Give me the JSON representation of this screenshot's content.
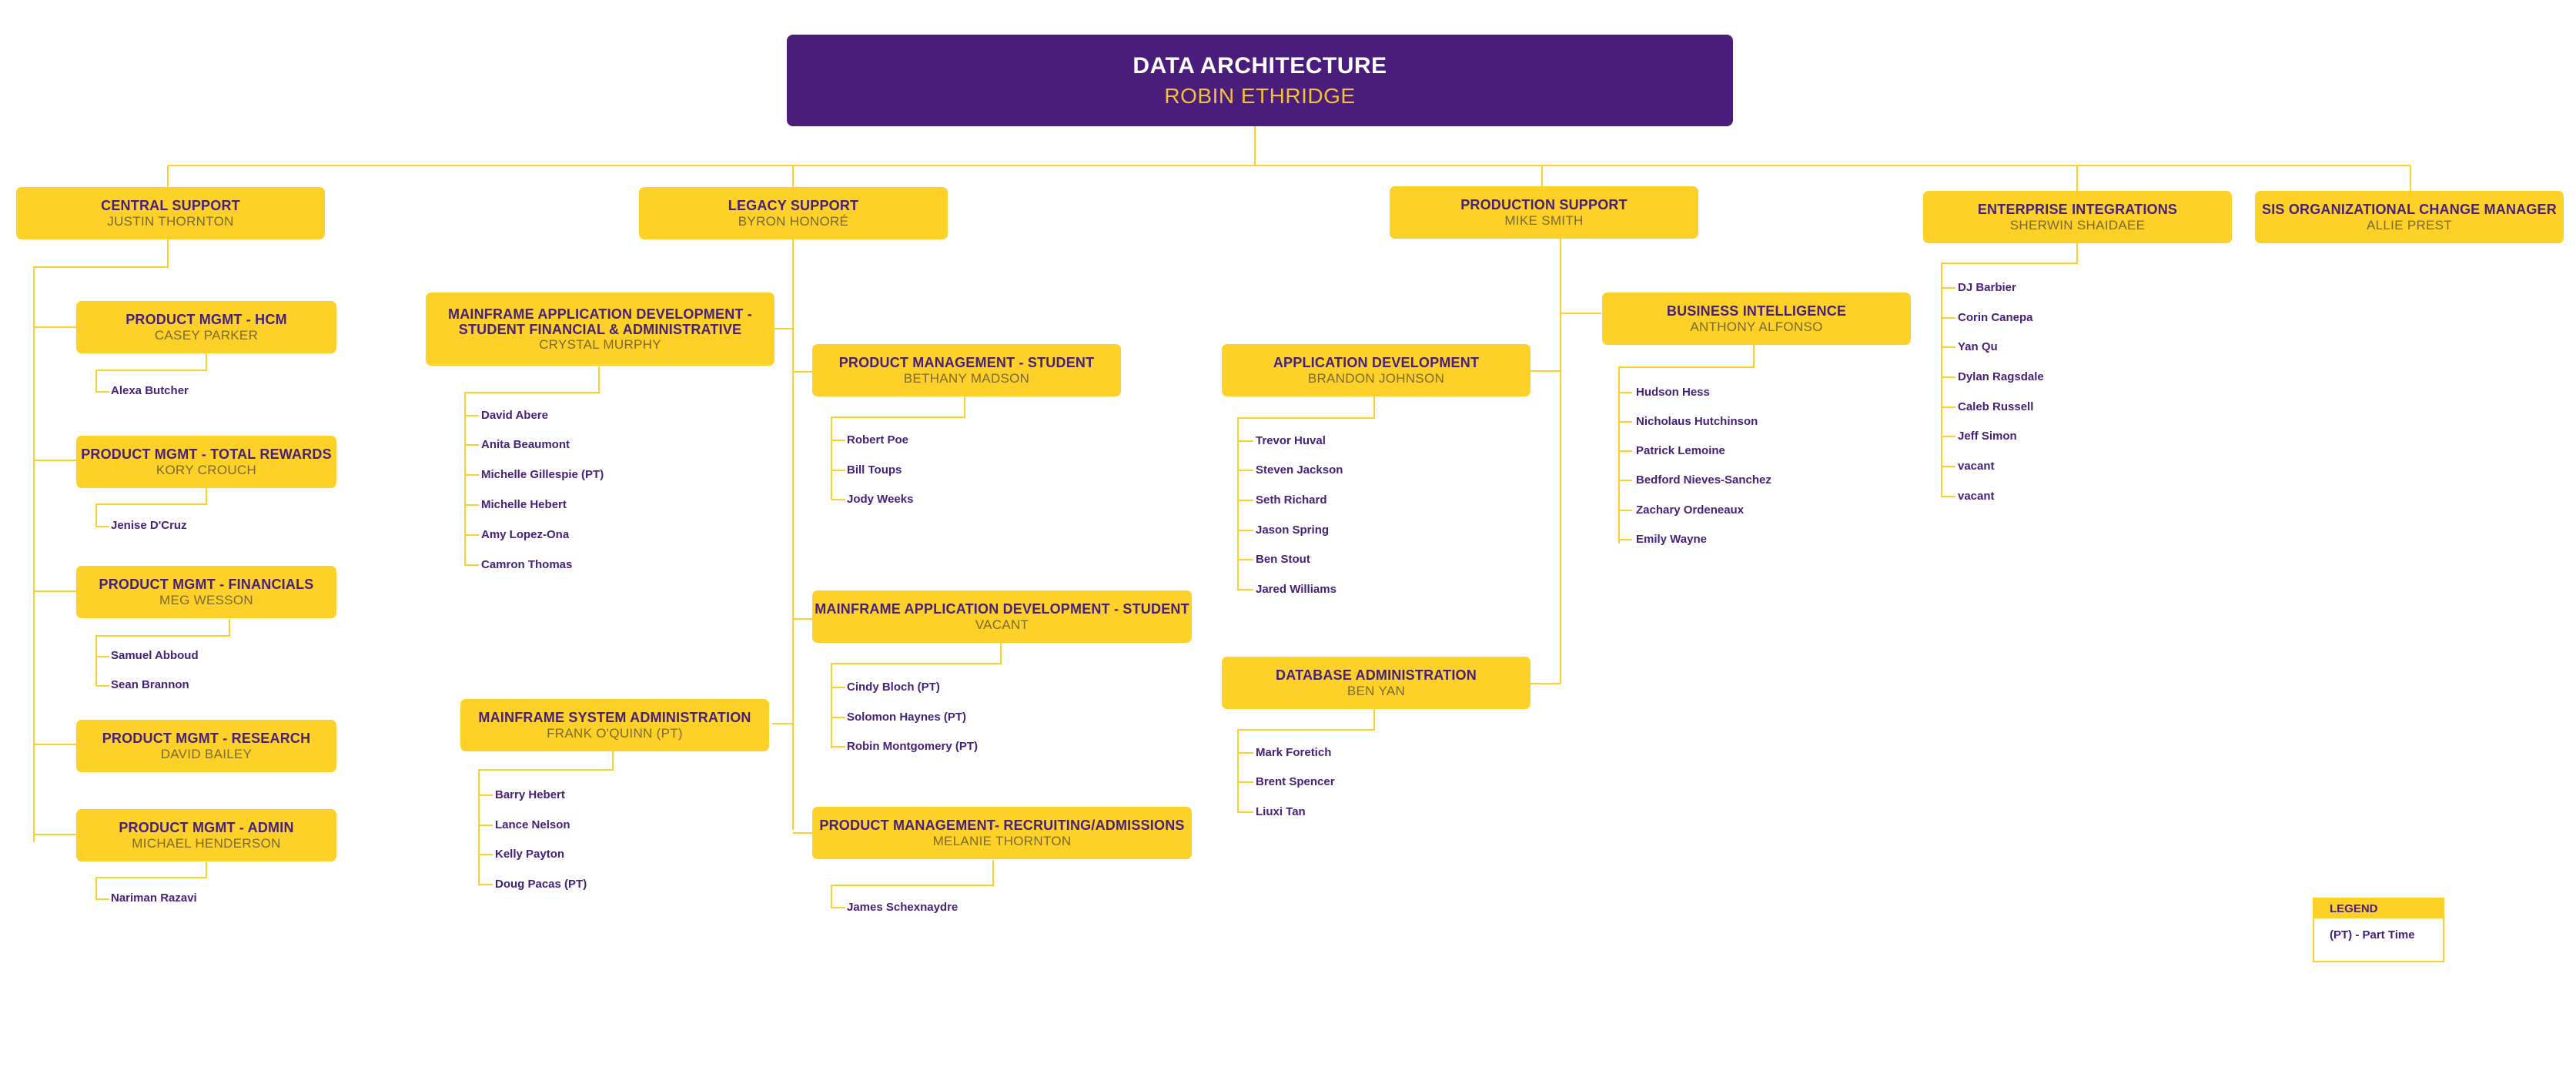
{
  "root": {
    "title": "DATA ARCHITECTURE",
    "name": "ROBIN ETHRIDGE"
  },
  "central": {
    "title": "CENTRAL SUPPORT",
    "name": "JUSTIN THORNTON",
    "groups": [
      {
        "title": "PRODUCT MGMT - HCM",
        "name": "CASEY PARKER",
        "members": [
          "Alexa Butcher"
        ]
      },
      {
        "title": "PRODUCT MGMT - TOTAL REWARDS",
        "name": "KORY CROUCH",
        "members": [
          "Jenise D'Cruz"
        ]
      },
      {
        "title": "PRODUCT MGMT - FINANCIALS",
        "name": "MEG WESSON",
        "members": [
          "Samuel Abboud",
          "Sean Brannon"
        ]
      },
      {
        "title": "PRODUCT MGMT - RESEARCH",
        "name": "DAVID BAILEY",
        "members": []
      },
      {
        "title": "PRODUCT MGMT - ADMIN",
        "name": "MICHAEL HENDERSON",
        "members": [
          "Nariman Razavi"
        ]
      }
    ]
  },
  "legacy": {
    "title": "LEGACY SUPPORT",
    "name": "BYRON HONORÉ",
    "groups": [
      {
        "title": "MAINFRAME APPLICATION  DEVELOPMENT - STUDENT FINANCIAL & ADMINISTRATIVE",
        "name": "CRYSTAL MURPHY",
        "members": [
          "David Abere",
          "Anita Beaumont",
          "Michelle Gillespie (PT)",
          "Michelle Hebert",
          "Amy Lopez-Ona",
          "Camron Thomas"
        ]
      },
      {
        "title": "MAINFRAME SYSTEM ADMINISTRATION",
        "name": "FRANK O'QUINN (PT)",
        "members": [
          "Barry Hebert",
          "Lance Nelson",
          "Kelly Payton",
          "Doug Pacas (PT)"
        ]
      },
      {
        "title": "PRODUCT MANAGEMENT - STUDENT",
        "name": "BETHANY MADSON",
        "members": [
          "Robert Poe",
          "Bill Toups",
          "Jody Weeks"
        ]
      },
      {
        "title": "MAINFRAME APPLICATION DEVELOPMENT - STUDENT",
        "name": "VACANT",
        "members": [
          "Cindy Bloch (PT)",
          "Solomon Haynes (PT)",
          "Robin Montgomery (PT)"
        ]
      },
      {
        "title": "PRODUCT MANAGEMENT- RECRUITING/ADMISSIONS",
        "name": "MELANIE THORNTON",
        "members": [
          "James Schexnaydre"
        ]
      }
    ]
  },
  "production": {
    "title": "PRODUCTION SUPPORT",
    "name": "MIKE SMITH",
    "groups": [
      {
        "title": "APPLICATION DEVELOPMENT",
        "name": "BRANDON JOHNSON",
        "members": [
          "Trevor Huval",
          "Steven Jackson",
          "Seth Richard",
          "Jason Spring",
          "Ben Stout",
          "Jared Williams"
        ]
      },
      {
        "title": "DATABASE ADMINISTRATION",
        "name": "BEN YAN",
        "members": [
          "Mark Foretich",
          "Brent Spencer",
          "Liuxi Tan"
        ]
      },
      {
        "title": "BUSINESS INTELLIGENCE",
        "name": "ANTHONY ALFONSO",
        "members": [
          "Hudson Hess",
          "Nicholaus Hutchinson",
          "Patrick Lemoine",
          "Bedford Nieves-Sanchez",
          "Zachary Ordeneaux",
          "Emily Wayne"
        ]
      }
    ]
  },
  "enterprise": {
    "title": "ENTERPRISE INTEGRATIONS",
    "name": "SHERWIN SHAIDAEE",
    "members": [
      "DJ Barbier",
      "Corin Canepa",
      "Yan Qu",
      "Dylan Ragsdale",
      "Caleb Russell",
      "Jeff Simon",
      "vacant",
      "vacant"
    ]
  },
  "sis": {
    "title": "SIS ORGANIZATIONAL CHANGE MANAGER",
    "name": "ALLIE PREST"
  },
  "legend": {
    "header": "LEGEND",
    "item": "(PT) - Part Time"
  },
  "colors": {
    "purple": "#4A1D7D",
    "yellow": "#FDD128",
    "line": "#FDD128"
  }
}
